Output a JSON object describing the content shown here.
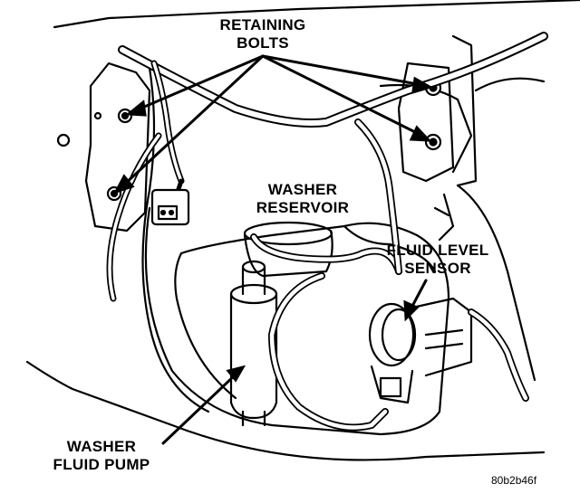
{
  "labels": {
    "retaining_bolts": [
      "RETAINING",
      "BOLTS"
    ],
    "washer_reservoir": [
      "WASHER",
      "RESERVOIR"
    ],
    "fluid_level_sensor": [
      "FLUID LEVEL",
      "SENSOR"
    ],
    "washer_fluid_pump": [
      "WASHER",
      "FLUID PUMP"
    ]
  },
  "figure_id": "80b2b46f"
}
